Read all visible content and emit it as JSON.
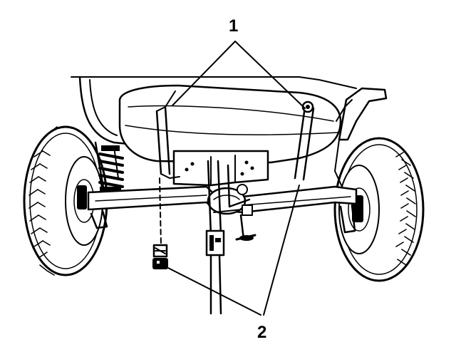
{
  "diagram": {
    "callouts": [
      {
        "id": "callout-1",
        "label": "1"
      },
      {
        "id": "callout-2",
        "label": "2"
      }
    ],
    "colors": {
      "ink": "#000000",
      "paper": "#ffffff"
    },
    "icons": [
      "vehicle-rear-axle-illustration",
      "fuel-tank-strap",
      "strap-bolt",
      "transmission-jack"
    ]
  }
}
